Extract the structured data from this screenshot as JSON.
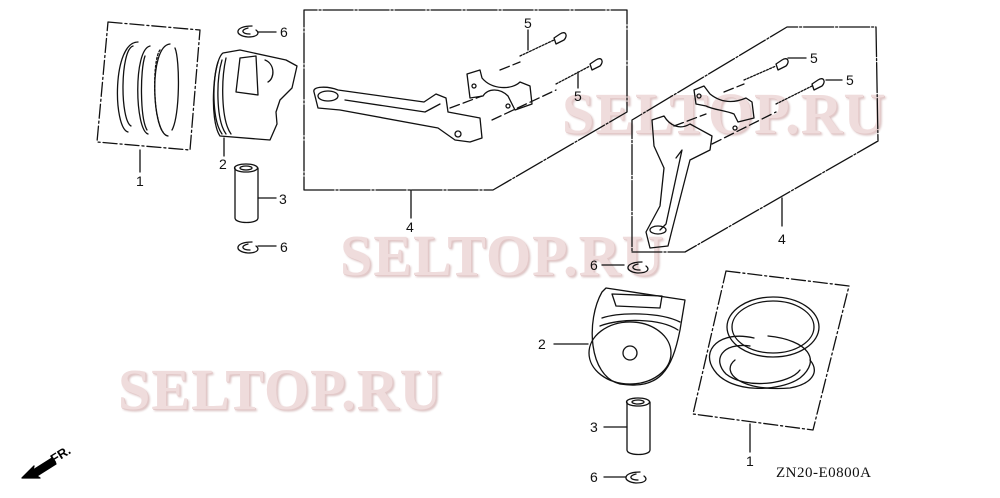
{
  "diagram": {
    "title_code": "ZN20-E0800A",
    "direction_marker": "FR.",
    "watermark": "SELTOP.RU",
    "colors": {
      "line": "#111111",
      "watermark": "#efdcdc",
      "background": "#ffffff"
    },
    "part_callouts": {
      "piston_ring_set": "1",
      "piston": "2",
      "piston_pin": "3",
      "connecting_rod_assy": "4",
      "rod_bolt": "5",
      "pin_clip": "6"
    },
    "groups": [
      {
        "name": "left-assembly",
        "callouts": [
          "1",
          "2",
          "3",
          "4",
          "5",
          "5",
          "6",
          "6"
        ]
      },
      {
        "name": "right-assembly",
        "callouts": [
          "1",
          "2",
          "3",
          "4",
          "5",
          "5",
          "6",
          "6"
        ]
      }
    ]
  }
}
